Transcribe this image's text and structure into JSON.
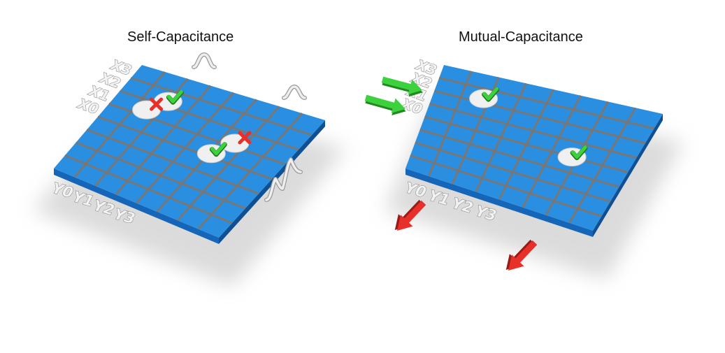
{
  "panels": [
    {
      "title": "Self-Capacitance",
      "rows": [
        "X3",
        "X2",
        "X1",
        "X0"
      ],
      "cols": [
        "Y0",
        "Y1",
        "Y2",
        "Y3"
      ],
      "touch_points": [
        {
          "col": 2.0,
          "row": 1.7,
          "marker": "check-icon"
        },
        {
          "col": 1.5,
          "row": 2.6,
          "marker": "cross-icon"
        },
        {
          "col": 5.6,
          "row": 2.8,
          "marker": "cross-icon"
        },
        {
          "col": 5.1,
          "row": 3.8,
          "marker": "check-icon"
        }
      ],
      "signal_icons": [
        "wave-peak-icon",
        "wave-peak-icon",
        "wave-double-peak-icon"
      ]
    },
    {
      "title": "Mutual-Capacitance",
      "rows": [
        "X3",
        "X2",
        "X1",
        "X0"
      ],
      "cols": [
        "Y0",
        "Y1",
        "Y2",
        "Y3"
      ],
      "touch_points": [
        {
          "col": 1.8,
          "row": 1.7,
          "marker": "check-icon"
        },
        {
          "col": 5.8,
          "row": 4.0,
          "marker": "check-icon"
        }
      ],
      "drive_arrows": [
        "green-arrow-icon",
        "green-arrow-icon"
      ],
      "sense_arrows": [
        "red-arrow-icon",
        "red-arrow-icon"
      ]
    }
  ],
  "colors": {
    "grid_top": "#2a8fe0",
    "grid_side": "#1566b8",
    "grid_line": "#777777",
    "touch": "#f0f0f0",
    "check": "#3ed13e",
    "cross": "#e8302a",
    "label": "#f2f2f2"
  }
}
